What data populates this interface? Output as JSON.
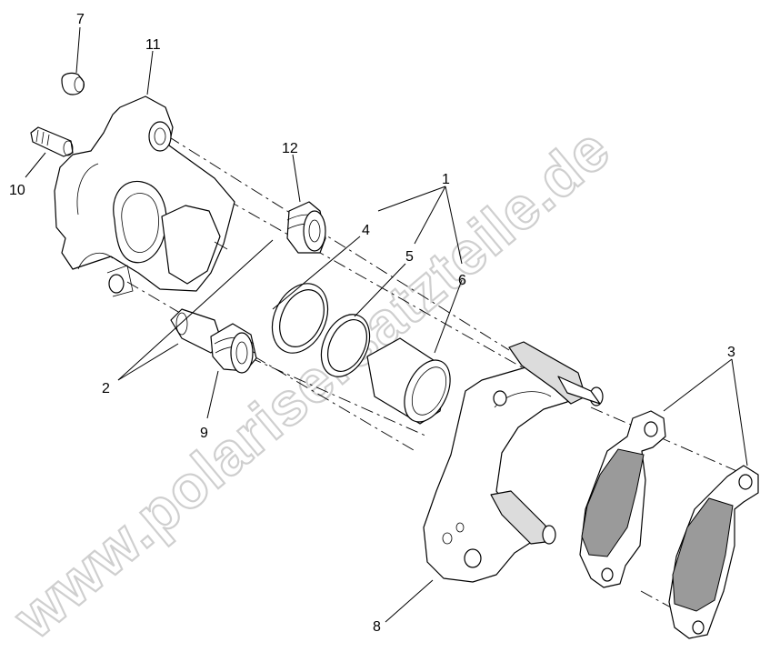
{
  "diagram": {
    "callouts": [
      "1",
      "2",
      "3",
      "4",
      "5",
      "6",
      "7",
      "8",
      "9",
      "10",
      "11",
      "12"
    ],
    "watermark": "www.polarisersatzteile.de"
  }
}
